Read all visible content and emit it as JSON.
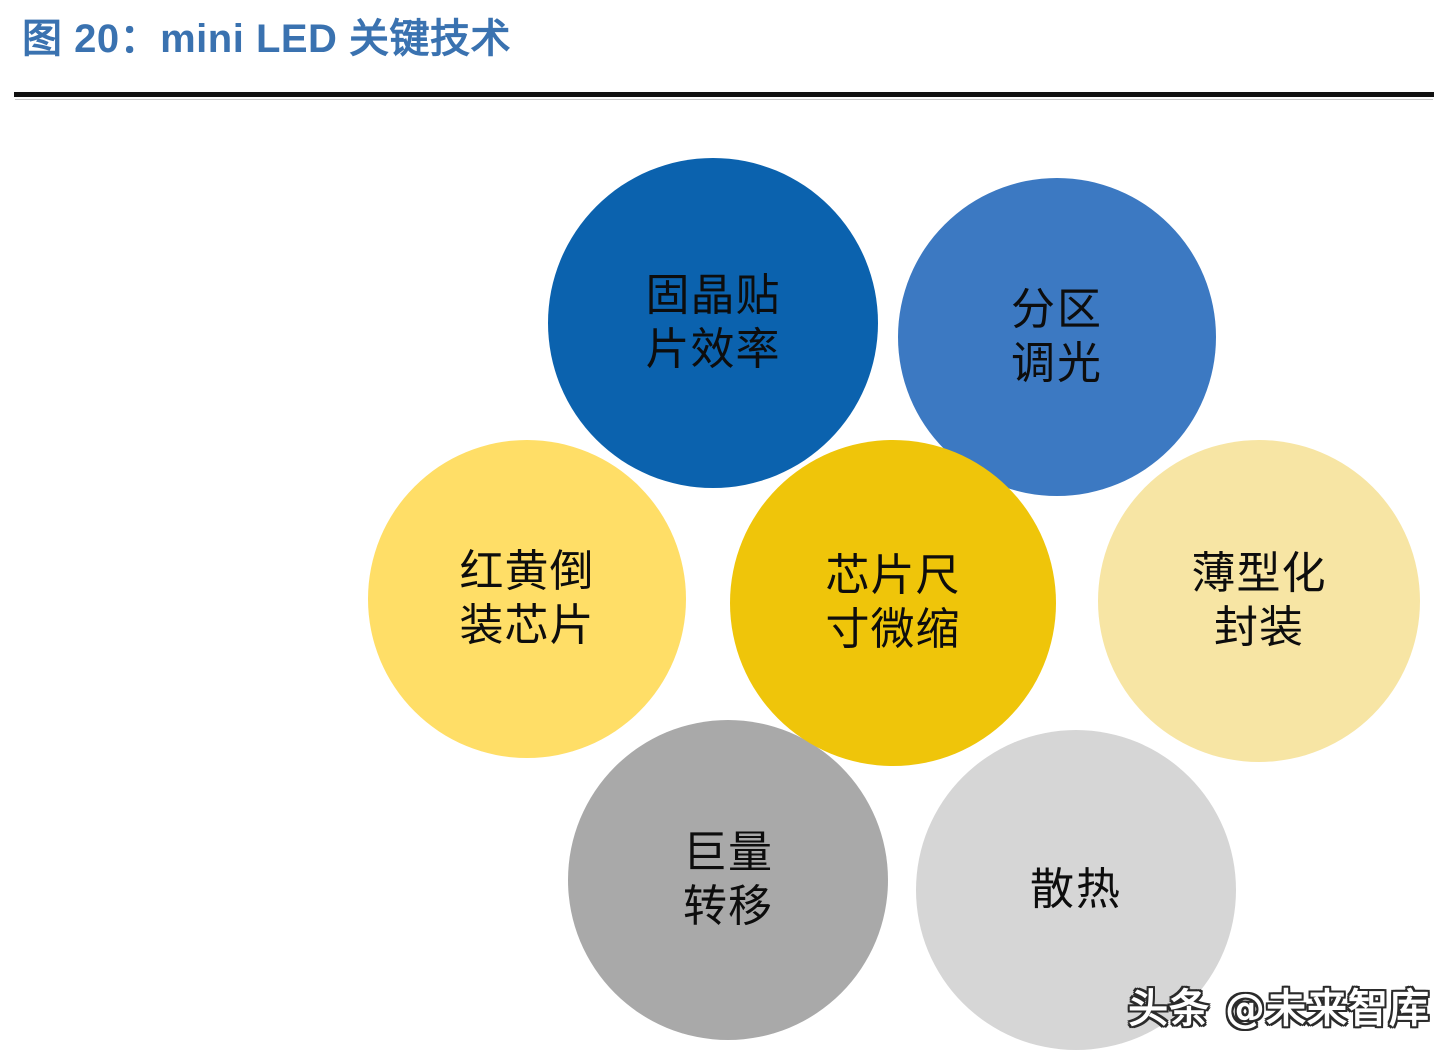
{
  "header": {
    "title": "图 20：mini LED 关键技术",
    "title_color": "#3A72B0",
    "rule_color": "#111111"
  },
  "diagram": {
    "type": "bubble-cluster",
    "bubble_count": 7,
    "bubbles": [
      {
        "id": "die-bond",
        "label": "固晶贴\n片效率",
        "color": "#0B62AE",
        "text_color": "#0D0D0D",
        "row": "top",
        "order": 1
      },
      {
        "id": "local-dimming",
        "label": "分区\n调光",
        "color": "#3C79C2",
        "text_color": "#0D0D0D",
        "row": "top",
        "order": 2
      },
      {
        "id": "flip-chip",
        "label": "红黄倒\n装芯片",
        "color": "#FFDE67",
        "text_color": "#0D0D0D",
        "row": "middle",
        "order": 1
      },
      {
        "id": "chip-size",
        "label": "芯片尺\n寸微缩",
        "color": "#EFC50A",
        "text_color": "#0D0D0D",
        "row": "middle",
        "order": 2
      },
      {
        "id": "thin-package",
        "label": "薄型化\n封装",
        "color": "#F7E5A4",
        "text_color": "#0D0D0D",
        "row": "middle",
        "order": 3
      },
      {
        "id": "mass-transfer",
        "label": "巨量\n转移",
        "color": "#A9A9A9",
        "text_color": "#0D0D0D",
        "row": "bottom",
        "order": 1
      },
      {
        "id": "heat",
        "label": "散热",
        "color": "#D6D6D6",
        "text_color": "#0D0D0D",
        "row": "bottom",
        "order": 2
      }
    ]
  },
  "watermark": {
    "text": "头条 @未来智库"
  }
}
